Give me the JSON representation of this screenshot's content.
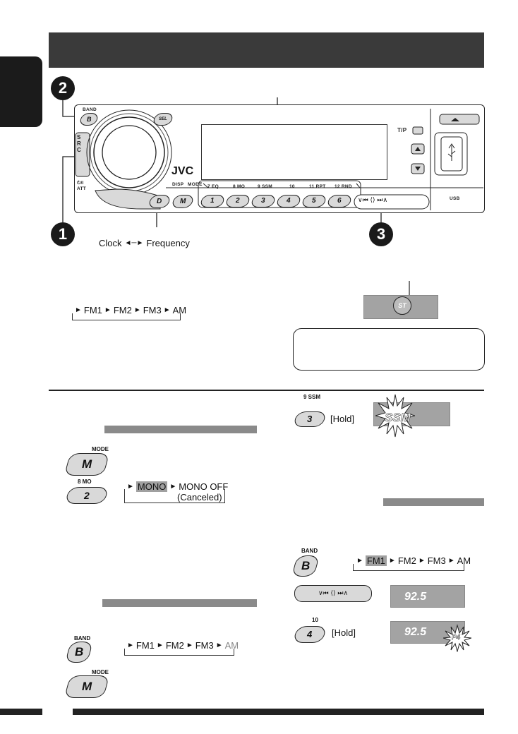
{
  "steps": [
    "2",
    "1",
    "3"
  ],
  "device": {
    "brand": "JVC",
    "band_key": {
      "cap": "BAND",
      "label": "B"
    },
    "sel_key": "SEL",
    "src_key": "S\nR\nC",
    "power_label": "⏻/I\nATT",
    "disp_key": {
      "cap": "DISP",
      "label": "D"
    },
    "mode_key": {
      "cap": "MODE",
      "label": "M"
    },
    "tp_label": "T/P",
    "usb_label": "USB",
    "preset_caps": [
      "7  EQ",
      "8  MO",
      "9  SSM",
      "10",
      "11  RPT",
      "12  RND"
    ],
    "preset_keys": [
      "1",
      "2",
      "3",
      "4",
      "5",
      "6"
    ]
  },
  "clock_freq": {
    "left": "Clock",
    "right": "Frequency"
  },
  "band_cycle": [
    "FM1",
    "FM2",
    "FM3",
    "AM"
  ],
  "st_indicator": "ST",
  "mono": {
    "mode_cap": "MODE",
    "mode_label": "M",
    "key_cap": "8  MO",
    "key_label": "2",
    "on": "MONO",
    "off": "MONO OFF",
    "off_note": "(Canceled)"
  },
  "band_mode": {
    "band_cap": "BAND",
    "band_label": "B",
    "mode_cap": "MODE",
    "mode_label": "M",
    "cycle": [
      "FM1",
      "FM2",
      "FM3",
      "AM"
    ]
  },
  "ssm": {
    "key_cap": "9  SSM",
    "key_label": "3",
    "hold": "[Hold]",
    "display": "SSM"
  },
  "preset_store": {
    "band_cap": "BAND",
    "band_label": "B",
    "cycle": [
      "FM1",
      "FM2",
      "FM3",
      "AM"
    ],
    "freq": "92.5",
    "key_cap": "10",
    "key_label": "4",
    "hold": "[Hold]",
    "preset": "P4"
  }
}
